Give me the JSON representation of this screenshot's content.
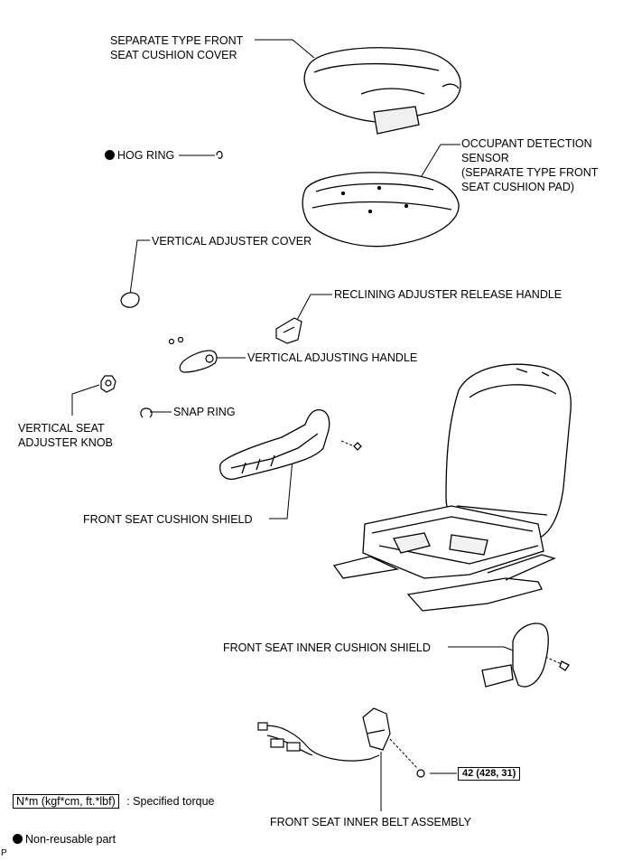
{
  "labels": {
    "separate_cover": [
      "SEPARATE TYPE FRONT",
      "SEAT CUSHION COVER"
    ],
    "hog_ring": "HOG RING",
    "occupant_sensor": [
      "OCCUPANT DETECTION",
      "SENSOR",
      "(SEPARATE TYPE FRONT",
      "SEAT CUSHION PAD)"
    ],
    "vertical_adjuster_cover": "VERTICAL ADJUSTER COVER",
    "reclining_handle": "RECLINING ADJUSTER RELEASE HANDLE",
    "vertical_adjusting_handle": "VERTICAL ADJUSTING HANDLE",
    "vertical_seat_knob": [
      "VERTICAL SEAT",
      "ADJUSTER KNOB"
    ],
    "snap_ring": "SNAP RING",
    "front_shield": "FRONT SEAT CUSHION SHIELD",
    "inner_shield": "FRONT SEAT INNER CUSHION SHIELD",
    "inner_belt": "FRONT SEAT INNER BELT ASSEMBLY"
  },
  "torque": "42 (428, 31)",
  "legend": {
    "torque_units": "N*m (kgf*cm, ft.*lbf)",
    "torque_desc": ": Specified torque",
    "nonreusable": "Non-reusable part"
  },
  "corner_code": "P"
}
